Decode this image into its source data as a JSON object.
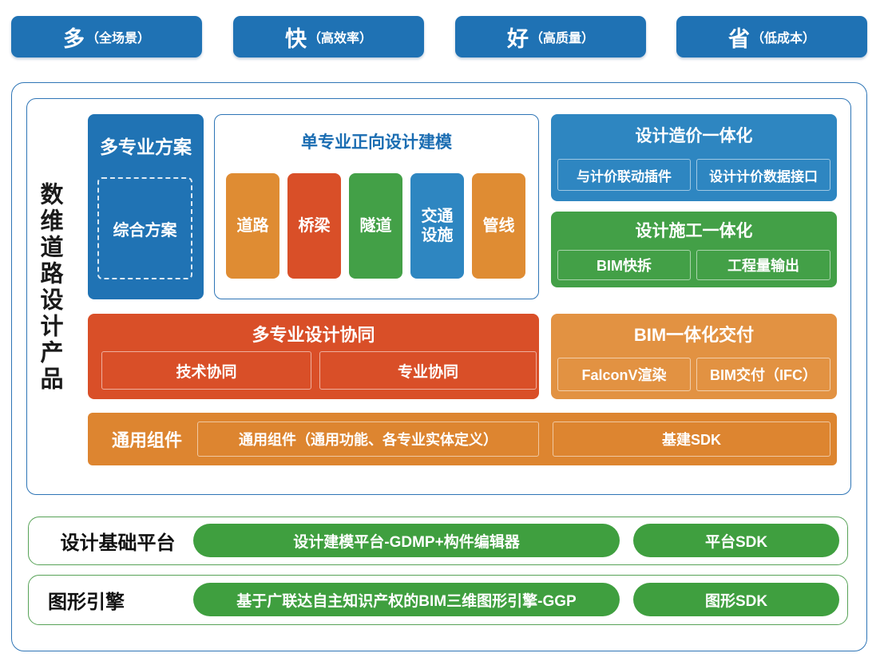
{
  "top_badges": [
    {
      "main": "多",
      "sub": "（全场景）"
    },
    {
      "main": "快",
      "sub": "（高效率）"
    },
    {
      "main": "好",
      "sub": "（高质量）"
    },
    {
      "main": "省",
      "sub": "（低成本）"
    }
  ],
  "product_section": {
    "vertical_title": "数维道路设计产品",
    "multi_scheme": {
      "title": "多专业方案",
      "item": "综合方案"
    },
    "single_discipline": {
      "title": "单专业正向设计建模",
      "items": [
        {
          "label": "道路",
          "color": "#df8c33"
        },
        {
          "label": "桥梁",
          "color": "#d94f28"
        },
        {
          "label": "隧道",
          "color": "#43a047"
        },
        {
          "label": "交通设施",
          "color": "#2e86c1"
        },
        {
          "label": "管线",
          "color": "#df8c33"
        }
      ]
    },
    "design_cost": {
      "title": "设计造价一体化",
      "items": [
        "与计价联动插件",
        "设计计价数据接口"
      ]
    },
    "design_construction": {
      "title": "设计施工一体化",
      "items": [
        "BIM快拆",
        "工程量输出"
      ]
    },
    "multi_collab": {
      "title": "多专业设计协同",
      "items": [
        "技术协同",
        "专业协同"
      ]
    },
    "bim_delivery": {
      "title": "BIM一体化交付",
      "items": [
        "FalconV渲染",
        "BIM交付（IFC）"
      ]
    },
    "common_components": {
      "label": "通用组件",
      "items": [
        "通用组件（通用功能、各专业实体定义）",
        "基建SDK"
      ]
    }
  },
  "platform_row": {
    "label": "设计基础平台",
    "pills": [
      "设计建模平台-GDMP+构件编辑器",
      "平台SDK"
    ]
  },
  "engine_row": {
    "label": "图形引擎",
    "pills": [
      "基于广联达自主知识产权的BIM三维图形引擎-GGP",
      "图形SDK"
    ]
  },
  "colors": {
    "badge_blue": "#1f72b4",
    "panel_blue": "#2073b4",
    "light_blue": "#2e86c1",
    "title_blue": "#1b6db2",
    "frame_blue": "#2e75b6",
    "orange": "#df8c33",
    "red_orange": "#d94f28",
    "green": "#43a047",
    "bim_orange": "#e29242",
    "common_orange": "#dd8530",
    "pill_green": "#3f9f3f",
    "frame_green": "#57a257"
  }
}
